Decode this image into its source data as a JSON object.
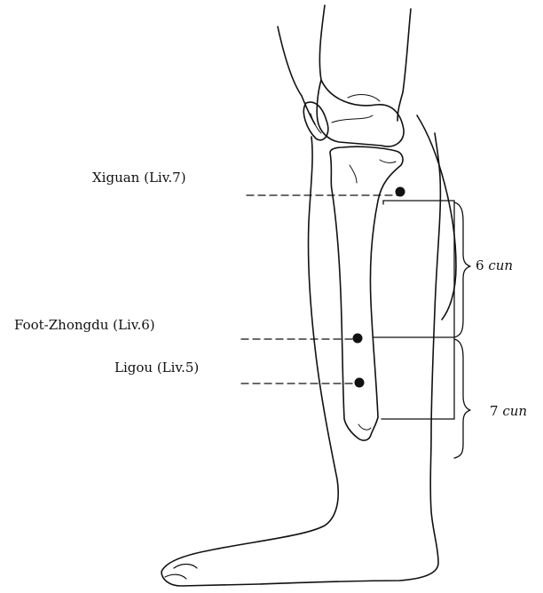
{
  "acupoints": [
    {
      "id": "xiguan",
      "label": "Xiguan (Liv.7)"
    },
    {
      "id": "foot-zhongdu",
      "label": "Foot-Zhongdu (Liv.6)"
    },
    {
      "id": "ligou",
      "label": "Ligou (Liv.5)"
    }
  ],
  "measurements": [
    {
      "number": "6",
      "unit": "cun"
    },
    {
      "number": "7",
      "unit": "cun"
    }
  ],
  "colors": {
    "ink": "#111111",
    "background": "#ffffff"
  }
}
